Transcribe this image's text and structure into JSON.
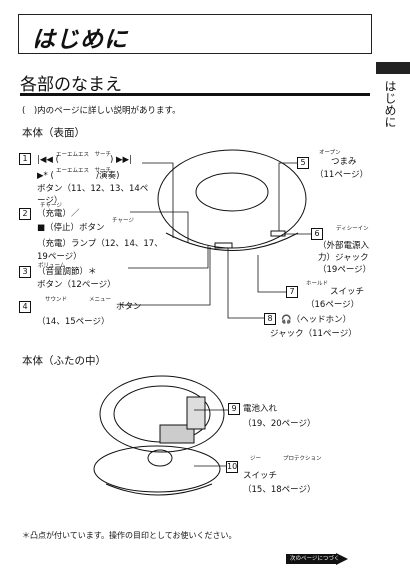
{
  "chapter_title": "はじめに",
  "side_tab": "はじめに",
  "heading": "各部のなまえ",
  "intro": "(　)内のページに詳しい説明があります。",
  "section_front": "本体（表面）",
  "section_inside": "本体（ふたの中）",
  "labels": [
    {
      "n": "1",
      "ruby1": "エーエムエス　サーチ",
      "l1": "|◀◀ (　　　　　　)  ▶▶|",
      "ruby2": "エーエムエス　サーチ",
      "l2": "▶* (　　　　　/演奏)",
      "l3": "ボタン（11、12、13、14ペ",
      "l4": "ージ）"
    },
    {
      "n": "2",
      "ruby1": "チャージ",
      "l1": "（充電）／",
      "ruby2": "チャージ",
      "l2": "■（停止）ボタン",
      "l3": "（充電）ランプ（12、14、17、",
      "l4": "19ページ）"
    },
    {
      "n": "3",
      "ruby1": "ボリューム",
      "l1": "（音量調節）＊",
      "l2": "ボタン（12ページ）"
    },
    {
      "n": "4",
      "ruby1": "サウンド　　　　メニュー",
      "l1": "ボタン",
      "l2": "（14、15ページ）"
    },
    {
      "n": "5",
      "ruby1": "オープン",
      "l1": "つまみ",
      "l2": "（11ページ）"
    },
    {
      "n": "6",
      "ruby1": "ディシーイン",
      "l1": "（外部電源入",
      "l2": "力）ジャック",
      "l3": "（19ページ）"
    },
    {
      "n": "7",
      "ruby1": "ホールド",
      "l1": "スイッチ",
      "l2": "（16ページ）"
    },
    {
      "n": "8",
      "l1": "🎧（ヘッドホン）",
      "l2": "ジャック（11ページ）"
    },
    {
      "n": "9",
      "l1": "電池入れ",
      "l2": "（19、20ページ）"
    },
    {
      "n": "10",
      "ruby1": "ジー　　　　プロテクション",
      "l1": "スイッチ",
      "l2": "（15、18ページ）"
    }
  ],
  "footnote": "＊凸点が付いています。操作の目印としてお使いください。",
  "next_page": "次のページにつづく"
}
